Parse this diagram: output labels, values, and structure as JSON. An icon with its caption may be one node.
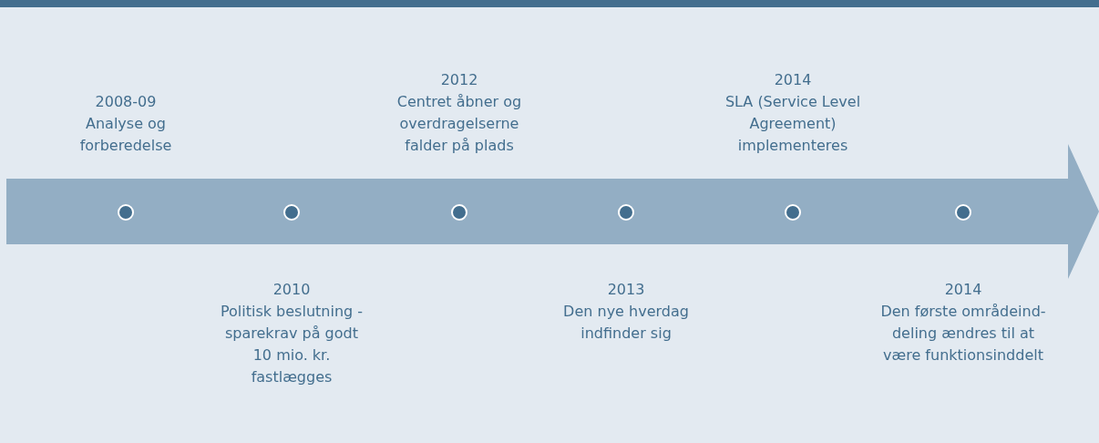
{
  "diagram": {
    "nodes": [
      {
        "text": [],
        "shape": "arrow"
      },
      {
        "text": [],
        "shape": "circle",
        "in": 0,
        "beside": [
          "2008-09",
          "Analyse og forberedelse"
        ]
      },
      {
        "text": [],
        "shape": "circle",
        "in": 0,
        "beside": [
          "2010",
          "Politisk beslutning - sparekrav på godt 10 mio. kr. fastlægges"
        ]
      },
      {
        "text": [],
        "shape": "circle",
        "in": 0,
        "beside": [
          "2012",
          "Centret åbner og overdragelserne falder på plads"
        ]
      },
      {
        "text": [],
        "shape": "circle",
        "in": 0,
        "beside": [
          "2013",
          "Den nye hverdag indfinder sig"
        ]
      },
      {
        "text": [],
        "shape": "circle",
        "in": 0,
        "beside": [
          "2014",
          "SLA (Service Level Agreement) implementeres"
        ]
      },
      {
        "text": [],
        "shape": "circle",
        "in": 0,
        "beside": [
          "2014",
          "Den første områdeind- deling ændres til at være funktionsinddelt"
        ]
      }
    ]
  }
}
